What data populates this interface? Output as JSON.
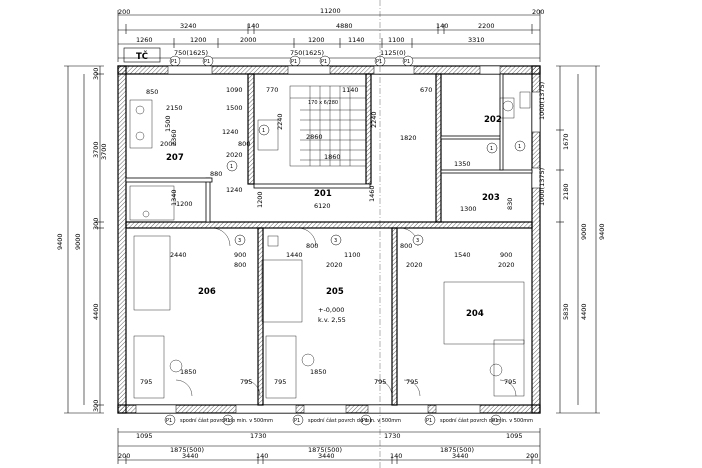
{
  "dims": {
    "top_total": "11200",
    "top_row1": [
      "200",
      "3240",
      "140",
      "4880",
      "140",
      "2200",
      "200"
    ],
    "top_row2": [
      "1260",
      "1200",
      "2000",
      "1200",
      "1140",
      "1100",
      "3310"
    ],
    "top_row3": [
      "750(1625)",
      "750(1625)",
      "1125(0)"
    ],
    "bottom_row1": [
      "1095",
      "1730",
      "1730",
      "1095"
    ],
    "bottom_row2": [
      "1875(500)",
      "1875(500)",
      "1875(500)"
    ],
    "bottom_row3": [
      "200",
      "3440",
      "140",
      "3440",
      "140",
      "3440",
      "200"
    ],
    "left_outer": [
      "9400",
      "9000",
      "3700",
      "4400",
      "300",
      "300",
      "300"
    ],
    "right_outer": [
      "9400",
      "9000",
      "4400",
      "5830",
      "2180",
      "1670",
      "1000(1375)",
      "1000(1375)"
    ],
    "interior": [
      "850",
      "1090",
      "2150",
      "1500",
      "2360",
      "1240",
      "2000",
      "800",
      "2020",
      "1340",
      "1240",
      "1200",
      "770",
      "1140",
      "2240",
      "2860",
      "1860",
      "1820",
      "3700",
      "670",
      "1350",
      "1300",
      "830",
      "6120",
      "2440",
      "900",
      "1440",
      "2020",
      "1540",
      "900",
      "2020",
      "1850",
      "1850",
      "795",
      "795",
      "795",
      "795",
      "795",
      "795",
      "800",
      "800",
      "800",
      "1460",
      "1200",
      "2020",
      "1100",
      "880",
      "2240",
      "1500",
      "170 x 6/280"
    ]
  },
  "rooms": {
    "r201": "201",
    "r202": "202",
    "r203": "203",
    "r204": "204",
    "r205": "205",
    "r206": "206",
    "r207": "207"
  },
  "level_note": [
    "+-0,000",
    "k.v. 2,55"
  ],
  "tc_label": "TČ",
  "p1": "P1",
  "circle_1": "1",
  "circle_3": "3",
  "window_note": "spodní část povrch do min. v 500mm"
}
